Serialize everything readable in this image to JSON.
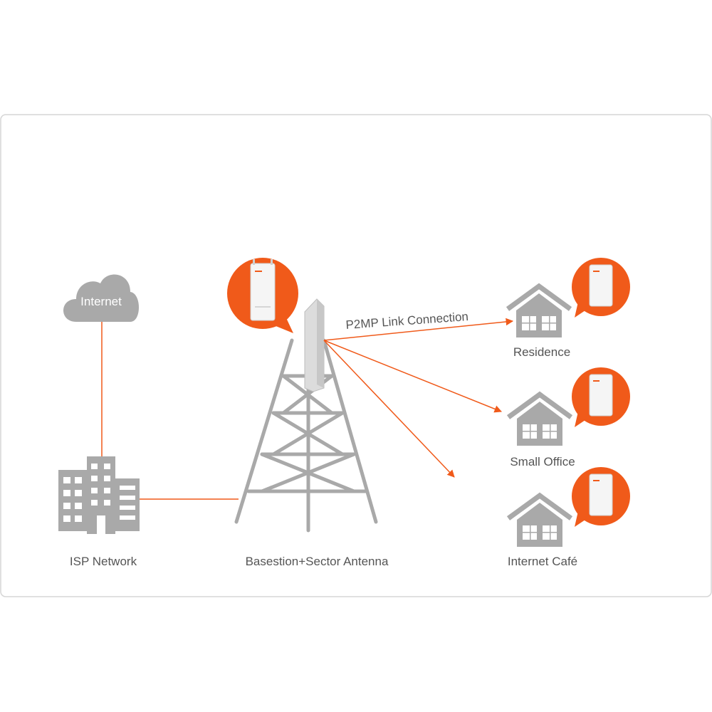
{
  "colors": {
    "accent": "#f05a1a",
    "gray": "#a9a9a9",
    "dark_gray": "#8f8f8f",
    "frame_border": "#d6d6d6"
  },
  "labels": {
    "internet": "Internet",
    "isp_network": "ISP Network",
    "basestation": "Basestion+Sector Antenna",
    "link": "P2MP Link Connection",
    "residence": "Residence",
    "small_office": "Small Office",
    "internet_cafe": "Internet Café"
  },
  "icons": [
    "cloud-icon",
    "office-building-icon",
    "tower-icon",
    "sector-antenna-icon",
    "house-icon",
    "cpe-device-icon"
  ]
}
